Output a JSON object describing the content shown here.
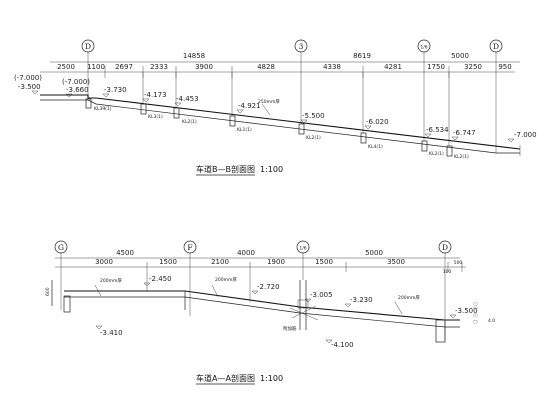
{
  "sectionB": {
    "title": "车道B—B剖面图",
    "scale": "1:100",
    "axes": [
      "D",
      "3",
      "1/6",
      "D"
    ],
    "topDims": [
      "14858",
      "8619",
      "5000"
    ],
    "subDims": [
      "2500",
      "1100",
      "2697",
      "2333",
      "3900",
      "4828",
      "4338",
      "4281",
      "1750",
      "3250",
      "950"
    ],
    "levels": [
      {
        "text": "(-7.000)",
        "pos": "left-top"
      },
      {
        "text": "-3.500",
        "pos": "left"
      },
      {
        "text": "(-7.000)",
        "pos": "second-top"
      },
      {
        "text": "-3.660",
        "pos": "second"
      },
      {
        "text": "-3.730"
      },
      {
        "text": "-4.173"
      },
      {
        "text": "-4.453"
      },
      {
        "text": "-4.921"
      },
      {
        "text": "-5.500"
      },
      {
        "text": "-6.020"
      },
      {
        "text": "-6.534"
      },
      {
        "text": "-6.747"
      },
      {
        "text": "-7.000"
      }
    ],
    "beams": [
      "KL39(1)",
      "KL3(1)",
      "KL2(1)",
      "KL1(1)",
      "KL2(1)",
      "KL4(1)",
      "KL2(1)",
      "KL2(1)"
    ],
    "note": "250mm厚"
  },
  "sectionA": {
    "title": "车道A—A剖面图",
    "scale": "1:100",
    "axes": [
      "G",
      "F",
      "1/6",
      "D"
    ],
    "topDims": [
      "4500",
      "4000",
      "5000"
    ],
    "subDims": [
      "3000",
      "1500",
      "2100",
      "1900",
      "1500",
      "3500",
      "100",
      "500"
    ],
    "levels": [
      "-2.450",
      "-2.720",
      "-3.005",
      "-3.230",
      "-3.410",
      "-4.100",
      "-3.500"
    ],
    "notes": [
      "200mm厚",
      "200mm厚",
      "200mm厚"
    ],
    "sideMark": "4.0",
    "margin": "0 9 00"
  }
}
